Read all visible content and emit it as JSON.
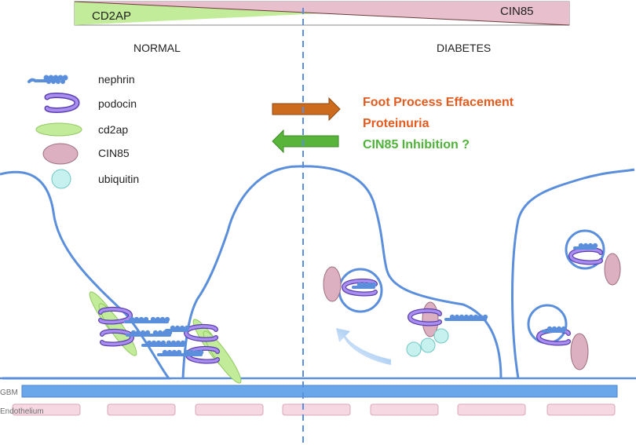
{
  "gradient_bar": {
    "left_label": "CD2AP",
    "right_label": "CIN85",
    "left_color": "#c3ec9a",
    "right_color": "#e8bfcc"
  },
  "sections": {
    "normal": "NORMAL",
    "diabetes": "DIABETES"
  },
  "legend": [
    {
      "icon": "nephrin-icon",
      "label": "nephrin"
    },
    {
      "icon": "podocin-icon",
      "label": "podocin"
    },
    {
      "icon": "cd2ap-icon",
      "label": "cd2ap"
    },
    {
      "icon": "cin85-icon",
      "label": "CIN85"
    },
    {
      "icon": "ubiquitin-icon",
      "label": "ubiquitin"
    }
  ],
  "arrows": {
    "forward": {
      "color": "#cc6a1d",
      "labels": [
        "Foot Process Effacement",
        "Proteinuria"
      ],
      "label_color": "#e35b1e"
    },
    "reverse": {
      "color": "#58b43a",
      "label": "CIN85 Inhibition ?",
      "label_color": "#4fb33a"
    }
  },
  "layers": {
    "gbm": "GBM",
    "endothelium": "Endothelium"
  },
  "colors": {
    "membrane": "#5b8fdc",
    "nephrin": "#5b8fdc",
    "podocin": "#8a6fd6",
    "cd2ap": "#b9e38f",
    "cin85": "#dcb0c0",
    "ubiquitin": "#c6f1ee",
    "gbm": "#6aa6ea",
    "endothelium": "#f6d8e2"
  }
}
